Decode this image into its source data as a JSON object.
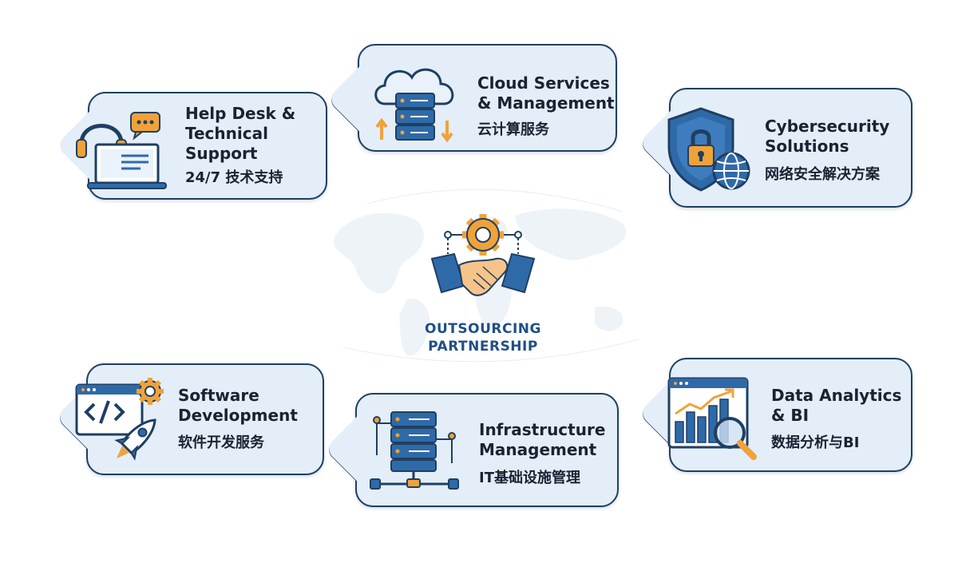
{
  "center": {
    "line1": "OUTSOURCING",
    "line2": "PARTNERSHIP",
    "icon": "handshake-gear-icon"
  },
  "services": [
    {
      "title": "Help Desk &\nTechnical\nSupport",
      "subtitle": "24/7 技术支持",
      "icon": "headset-laptop-icon"
    },
    {
      "title": "Cloud Services\n& Management",
      "subtitle": "云计算服务",
      "icon": "cloud-server-icon"
    },
    {
      "title": "Cybersecurity\nSolutions",
      "subtitle": "网络安全解决方案",
      "icon": "shield-lock-globe-icon"
    },
    {
      "title": "Software\nDevelopment",
      "subtitle": "软件开发服务",
      "icon": "code-rocket-icon"
    },
    {
      "title": "Infrastructure\nManagement",
      "subtitle": "IT基础设施管理",
      "icon": "server-network-icon"
    },
    {
      "title": "Data Analytics\n& BI",
      "subtitle": "数据分析与BI",
      "icon": "chart-magnifier-icon"
    }
  ],
  "colors": {
    "navy": "#1f3f63",
    "blue": "#2f6aa8",
    "orange": "#f0a23a",
    "card": "#e3eef8"
  }
}
